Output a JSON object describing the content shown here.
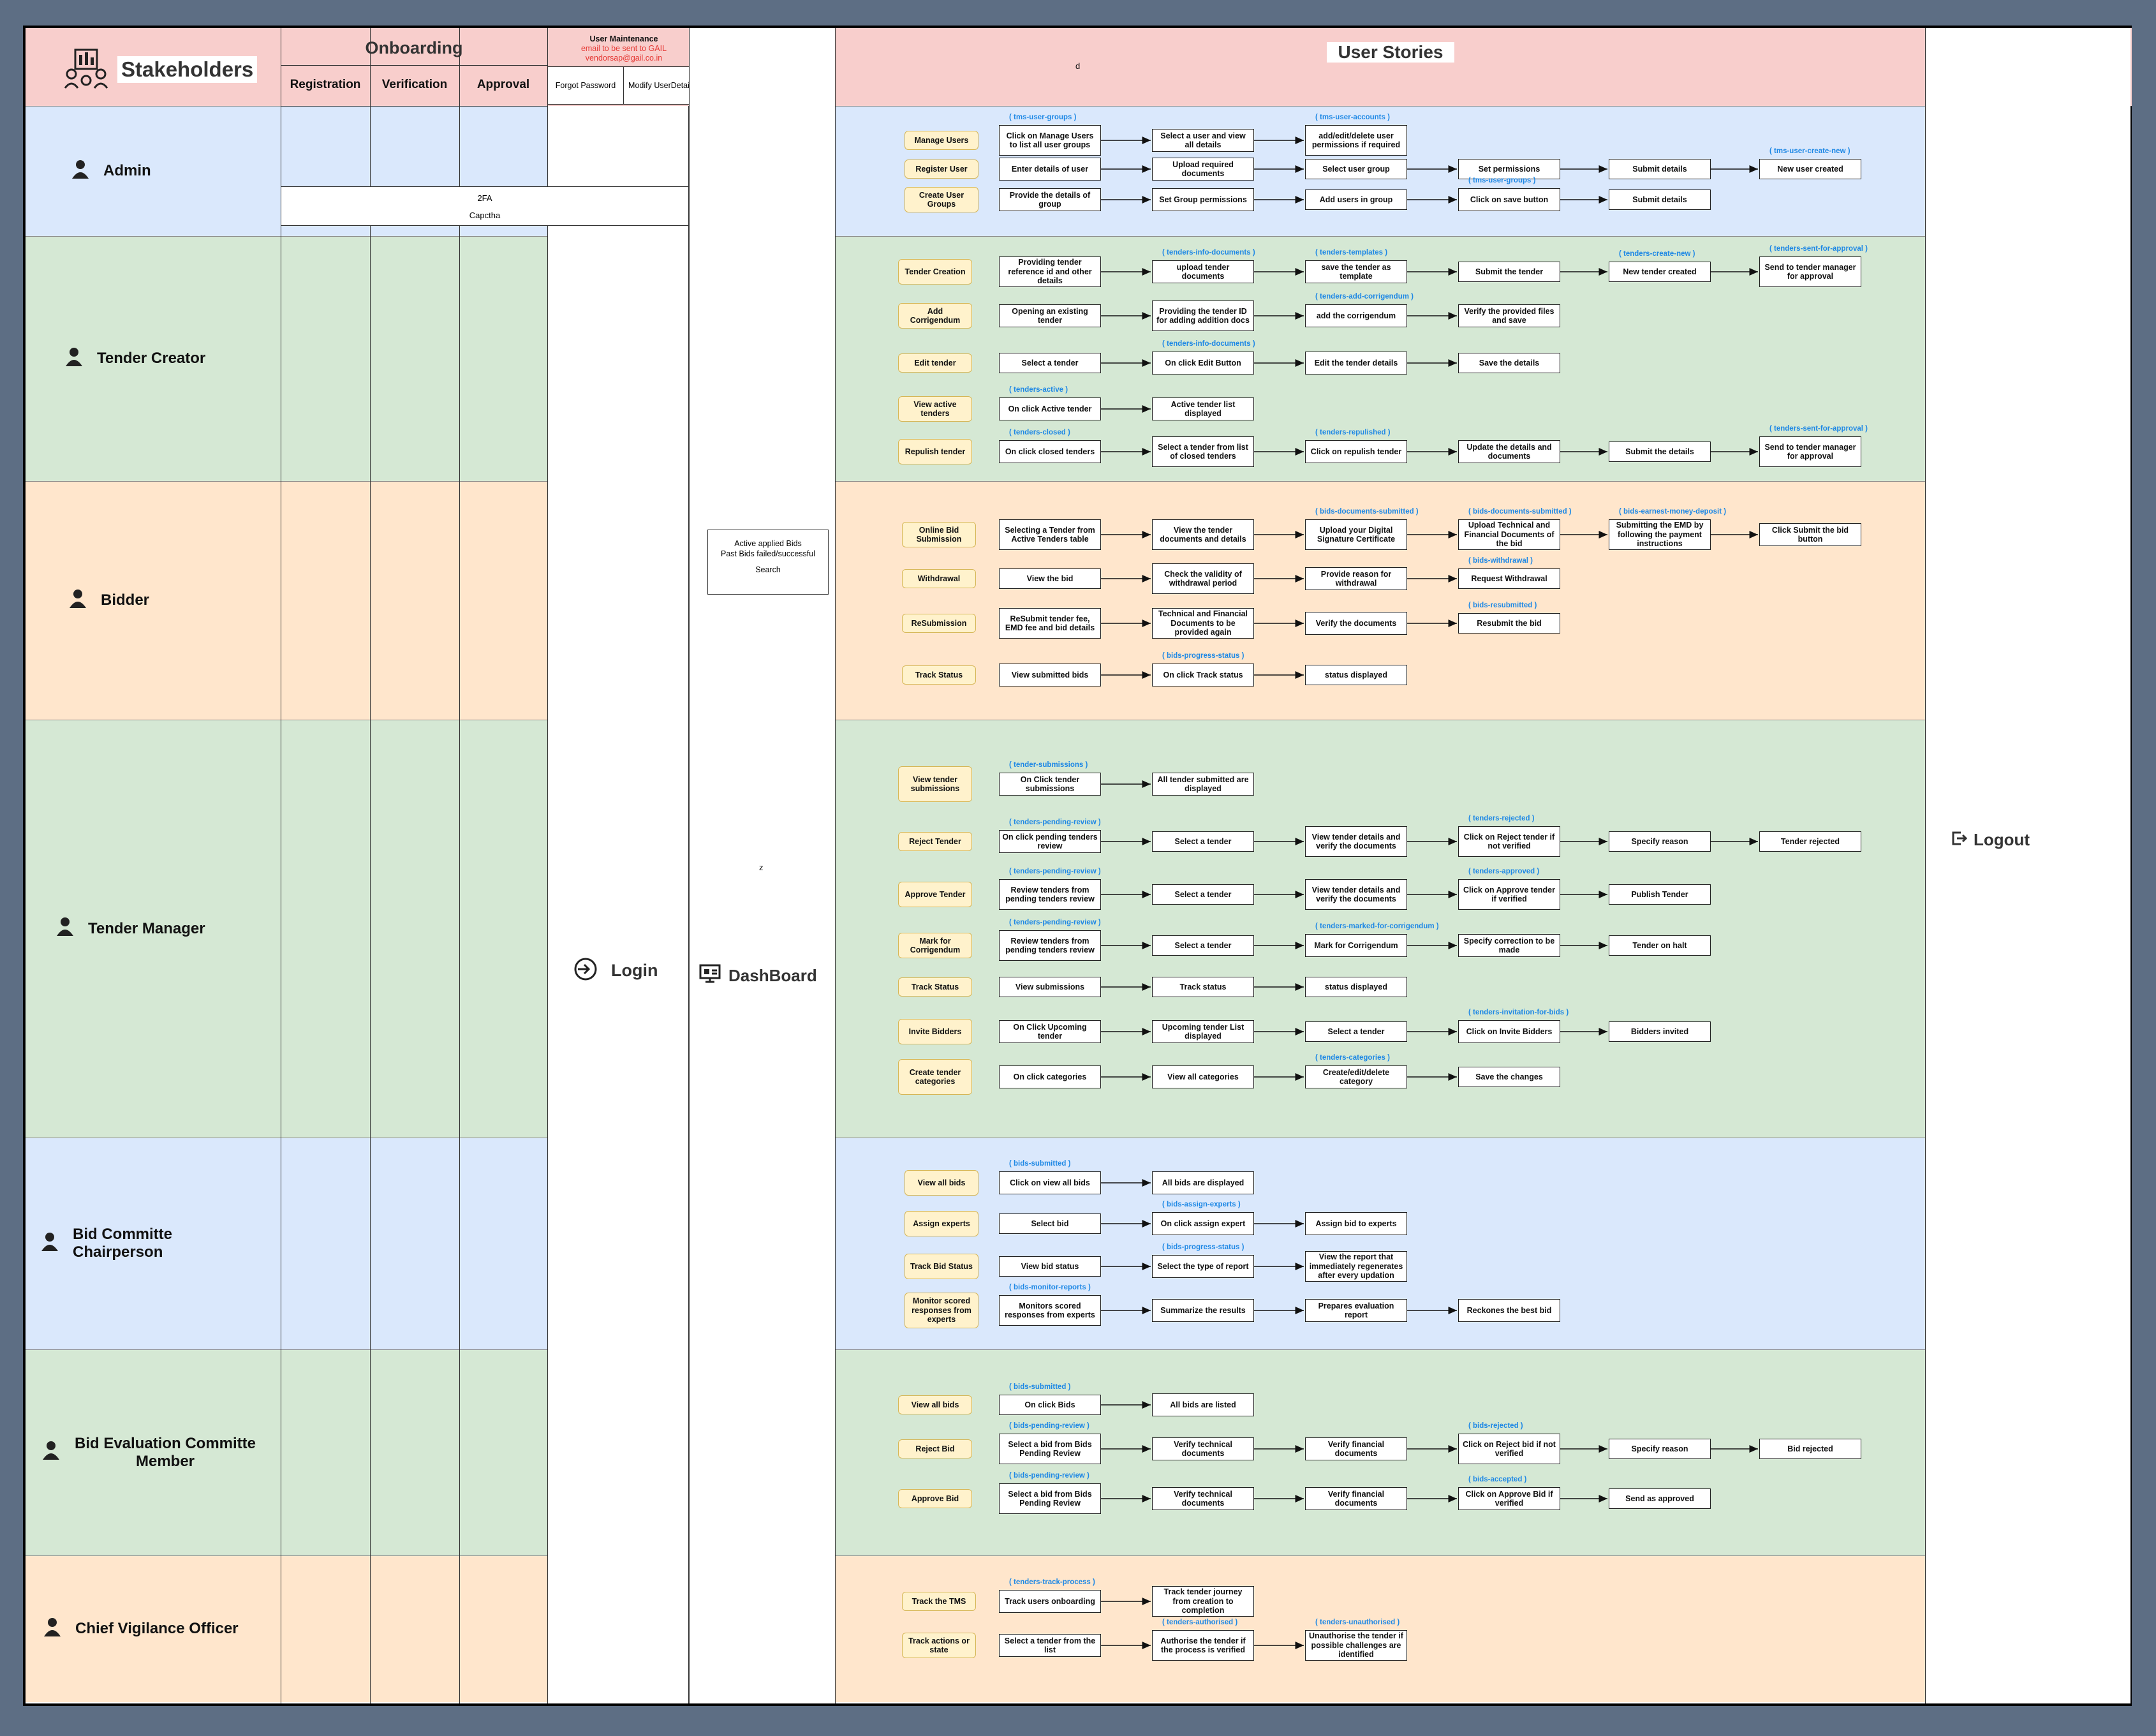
{
  "header": {
    "stakeholders": "Stakeholders",
    "onboarding": "Onboarding",
    "user_stories": "User Stories",
    "user_stories_note": "d",
    "columns": {
      "registration": "Registration",
      "verification": "Verification",
      "approval": "Approval"
    },
    "user_maintenance": {
      "title": "User Maintenance",
      "note1": "email to be sent to GAIL",
      "note2": "vendorsap@gail.co.in"
    },
    "forgot_password": "Forgot Password",
    "modify_user_details": "Modify UserDetails"
  },
  "auth": {
    "twofa": "2FA",
    "captcha": "Capctha",
    "login": "Login",
    "dashboard": "DashBoard",
    "logout": "Logout",
    "dash_note": "z"
  },
  "dashboard_box": {
    "line1": "Active applied  Bids",
    "line2": "Past Bids failed/successful",
    "line3": "Search"
  },
  "colors": {
    "pink": "#f8cecc",
    "blue": "#dae8fc",
    "green": "#d5e8d4",
    "orange": "#ffe6cc",
    "tag": "#1e88e5",
    "label_fill": "#fff2cc"
  },
  "roles": [
    {
      "name": "Admin",
      "icon": "admin-icon"
    },
    {
      "name": "Tender Creator",
      "icon": "tender-creator-icon"
    },
    {
      "name": "Bidder",
      "icon": "bidder-icon"
    },
    {
      "name": "Tender Manager",
      "icon": "tender-manager-icon"
    },
    {
      "name": "Bid Committe Chairperson",
      "icon": "chairperson-icon"
    },
    {
      "name": "Bid Evaluation Committe Member",
      "icon": "committee-member-icon"
    },
    {
      "name": "Chief Vigilance Officer",
      "icon": "vigilance-officer-icon"
    }
  ],
  "stories": [
    {
      "role": "Admin",
      "label": "Manage Users",
      "steps": [
        "Click on Manage Users to list all user groups",
        "Select a user and view all details",
        "add/edit/delete user permissions if required"
      ],
      "tags": [
        "( tms-user-groups )",
        "",
        "( tms-user-accounts )"
      ]
    },
    {
      "role": "Admin",
      "label": "Register User",
      "steps": [
        "Enter details of user",
        "Upload required documents",
        "Select user group",
        "Set permissions",
        "Submit details",
        "New user created"
      ],
      "tags": [
        "",
        "",
        "",
        "",
        "",
        "( tms-user-create-new )"
      ]
    },
    {
      "role": "Admin",
      "label": "Create User Groups",
      "steps": [
        "Provide the details of group",
        "Set Group permissions",
        "Add users in group",
        "Click on save button",
        "Submit details"
      ],
      "tags": [
        "",
        "",
        "",
        "( tms-user-groups )",
        ""
      ]
    },
    {
      "role": "Tender Creator",
      "label": "Tender Creation",
      "steps": [
        "Providing tender reference id and other details",
        "upload tender documents",
        "save the tender as template",
        "Submit the tender",
        "New tender created",
        "Send to tender manager for approval"
      ],
      "tags": [
        "",
        "( tenders-info-documents )",
        "( tenders-templates )",
        "",
        "( tenders-create-new )",
        "( tenders-sent-for-approval )"
      ]
    },
    {
      "role": "Tender Creator",
      "label": "Add Corrigendum",
      "steps": [
        "Opening an existing tender",
        "Providing the tender ID for adding addition docs",
        "add the corrigendum",
        "Verify the provided files and save"
      ],
      "tags": [
        "",
        "",
        "( tenders-add-corrigendum )",
        ""
      ]
    },
    {
      "role": "Tender Creator",
      "label": "Edit tender",
      "steps": [
        "Select a tender",
        "On click Edit Button",
        "Edit the tender details",
        "Save the details"
      ],
      "tags": [
        "",
        "( tenders-info-documents )",
        "",
        ""
      ]
    },
    {
      "role": "Tender Creator",
      "label": "View active tenders",
      "steps": [
        "On click Active tender",
        "Active tender list displayed"
      ],
      "tags": [
        "( tenders-active )",
        ""
      ]
    },
    {
      "role": "Tender Creator",
      "label": "Repulish tender",
      "steps": [
        "On click closed tenders",
        "Select a tender from list of closed tenders",
        "Click on repulish tender",
        "Update the details and documents",
        "Submit the details",
        "Send to tender manager for approval"
      ],
      "tags": [
        "( tenders-closed )",
        "",
        "( tenders-repulished )",
        "",
        "",
        "( tenders-sent-for-approval )"
      ]
    },
    {
      "role": "Bidder",
      "label": "Online Bid Submission",
      "steps": [
        "Selecting a Tender from Active Tenders table",
        "View the tender documents and details",
        "Upload your Digital Signature Certificate",
        "Upload Technical and Financial Documents of the bid",
        "Submitting the EMD by following the payment instructions",
        "Click Submit the bid button"
      ],
      "tags": [
        "",
        "",
        "( bids-documents-submitted )",
        "( bids-documents-submitted )",
        "( bids-earnest-money-deposit )",
        ""
      ]
    },
    {
      "role": "Bidder",
      "label": "Withdrawal",
      "steps": [
        "View the bid",
        "Check the validity of withdrawal period",
        "Provide reason for withdrawal",
        "Request Withdrawal"
      ],
      "tags": [
        "",
        "",
        "",
        "( bids-withdrawal )"
      ]
    },
    {
      "role": "Bidder",
      "label": "ReSubmission",
      "steps": [
        "ReSubmit tender fee, EMD fee and bid details",
        "Technical and Financial Documents to be provided again",
        "Verify the documents",
        "Resubmit the bid"
      ],
      "tags": [
        "",
        "",
        "",
        "( bids-resubmitted )"
      ]
    },
    {
      "role": "Bidder",
      "label": "Track Status",
      "steps": [
        "View submitted bids",
        "On click Track status",
        "status displayed"
      ],
      "tags": [
        "",
        "( bids-progress-status )",
        ""
      ]
    },
    {
      "role": "Tender Manager",
      "label": "View tender submissions",
      "steps": [
        "On Click tender submissions",
        "All tender submitted are displayed"
      ],
      "tags": [
        "( tender-submissions )",
        ""
      ]
    },
    {
      "role": "Tender Manager",
      "label": "Reject Tender",
      "steps": [
        "On click pending tenders review",
        "Select a tender",
        "View tender details and verify the documents",
        "Click on Reject tender if not verified",
        "Specify reason",
        "Tender rejected"
      ],
      "tags": [
        "( tenders-pending-review )",
        "",
        "",
        "( tenders-rejected )",
        "",
        ""
      ]
    },
    {
      "role": "Tender Manager",
      "label": "Approve Tender",
      "steps": [
        "Review tenders from pending tenders review",
        "Select a tender",
        "View tender details and verify the documents",
        "Click on Approve tender if verified",
        "Publish Tender"
      ],
      "tags": [
        "( tenders-pending-review )",
        "",
        "",
        "( tenders-approved )",
        ""
      ]
    },
    {
      "role": "Tender Manager",
      "label": "Mark for Corrigendum",
      "steps": [
        "Review tenders from pending tenders review",
        "Select a tender",
        "Mark for Corrigendum",
        "Specify correction to be made",
        "Tender on halt"
      ],
      "tags": [
        "( tenders-pending-review )",
        "",
        "( tenders-marked-for-corrigendum )",
        "",
        ""
      ]
    },
    {
      "role": "Tender Manager",
      "label": "Track Status",
      "steps": [
        "View submissions",
        "Track status",
        "status displayed"
      ],
      "tags": [
        "",
        "",
        ""
      ]
    },
    {
      "role": "Tender Manager",
      "label": "Invite Bidders",
      "steps": [
        "On Click Upcoming tender",
        "Upcoming tender List displayed",
        "Select a tender",
        "Click on Invite Bidders",
        "Bidders invited"
      ],
      "tags": [
        "",
        "",
        "",
        "( tenders-invitation-for-bids )",
        ""
      ]
    },
    {
      "role": "Tender Manager",
      "label": "Create tender categories",
      "steps": [
        "On click categories",
        "View all categories",
        "Create/edit/delete category",
        "Save the changes"
      ],
      "tags": [
        "",
        "",
        "( tenders-categories )",
        ""
      ]
    },
    {
      "role": "Bid Committe Chairperson",
      "label": "View all  bids",
      "steps": [
        "Click on view all bids",
        "All bids are displayed"
      ],
      "tags": [
        "( bids-submitted )",
        ""
      ]
    },
    {
      "role": "Bid Committe Chairperson",
      "label": "Assign experts",
      "steps": [
        "Select bid",
        "On click assign expert",
        "Assign bid to experts"
      ],
      "tags": [
        "",
        "( bids-assign-experts )",
        ""
      ]
    },
    {
      "role": "Bid Committe Chairperson",
      "label": "Track Bid Status",
      "steps": [
        "View bid status",
        "Select the type of report",
        "View the report that immediately regenerates after every updation"
      ],
      "tags": [
        "",
        "( bids-progress-status )",
        ""
      ]
    },
    {
      "role": "Bid Committe Chairperson",
      "label": "Monitor scored responses from experts",
      "steps": [
        "Monitors scored responses from experts",
        "Summarize the results",
        "Prepares evaluation report",
        "Reckones the best bid"
      ],
      "tags": [
        "( bids-monitor-reports )",
        "",
        "",
        ""
      ]
    },
    {
      "role": "Bid Evaluation Committe Member",
      "label": "View all bids",
      "steps": [
        "On click Bids",
        "All bids are listed"
      ],
      "tags": [
        "( bids-submitted )",
        ""
      ]
    },
    {
      "role": "Bid Evaluation Committe Member",
      "label": "Reject Bid",
      "steps": [
        "Select a bid from Bids Pending Review",
        "Verify technical documents",
        "Verify financial documents",
        "Click on Reject bid if not verified",
        "Specify reason",
        "Bid rejected"
      ],
      "tags": [
        "( bids-pending-review )",
        "",
        "",
        "( bids-rejected )",
        "",
        ""
      ]
    },
    {
      "role": "Bid Evaluation Committe Member",
      "label": "Approve Bid",
      "steps": [
        "Select a bid from Bids Pending Review",
        "Verify technical documents",
        "Verify financial documents",
        "Click on Approve Bid if verified",
        "Send as approved"
      ],
      "tags": [
        "( bids-pending-review )",
        "",
        "",
        "( bids-accepted )",
        ""
      ]
    },
    {
      "role": "Chief Vigilance Officer",
      "label": "Track the TMS",
      "steps": [
        "Track users onboarding",
        "Track tender journey from creation to completion"
      ],
      "tags": [
        "( tenders-track-process )",
        ""
      ]
    },
    {
      "role": "Chief Vigilance Officer",
      "label": "Track actions or state",
      "steps": [
        "Select a tender from the list",
        "Authorise the tender if the process is verified",
        "Unauthorise the tender if possible challenges are identified"
      ],
      "tags": [
        "",
        "( tenders-authorised )",
        "( tenders-unauthorised )"
      ]
    }
  ]
}
